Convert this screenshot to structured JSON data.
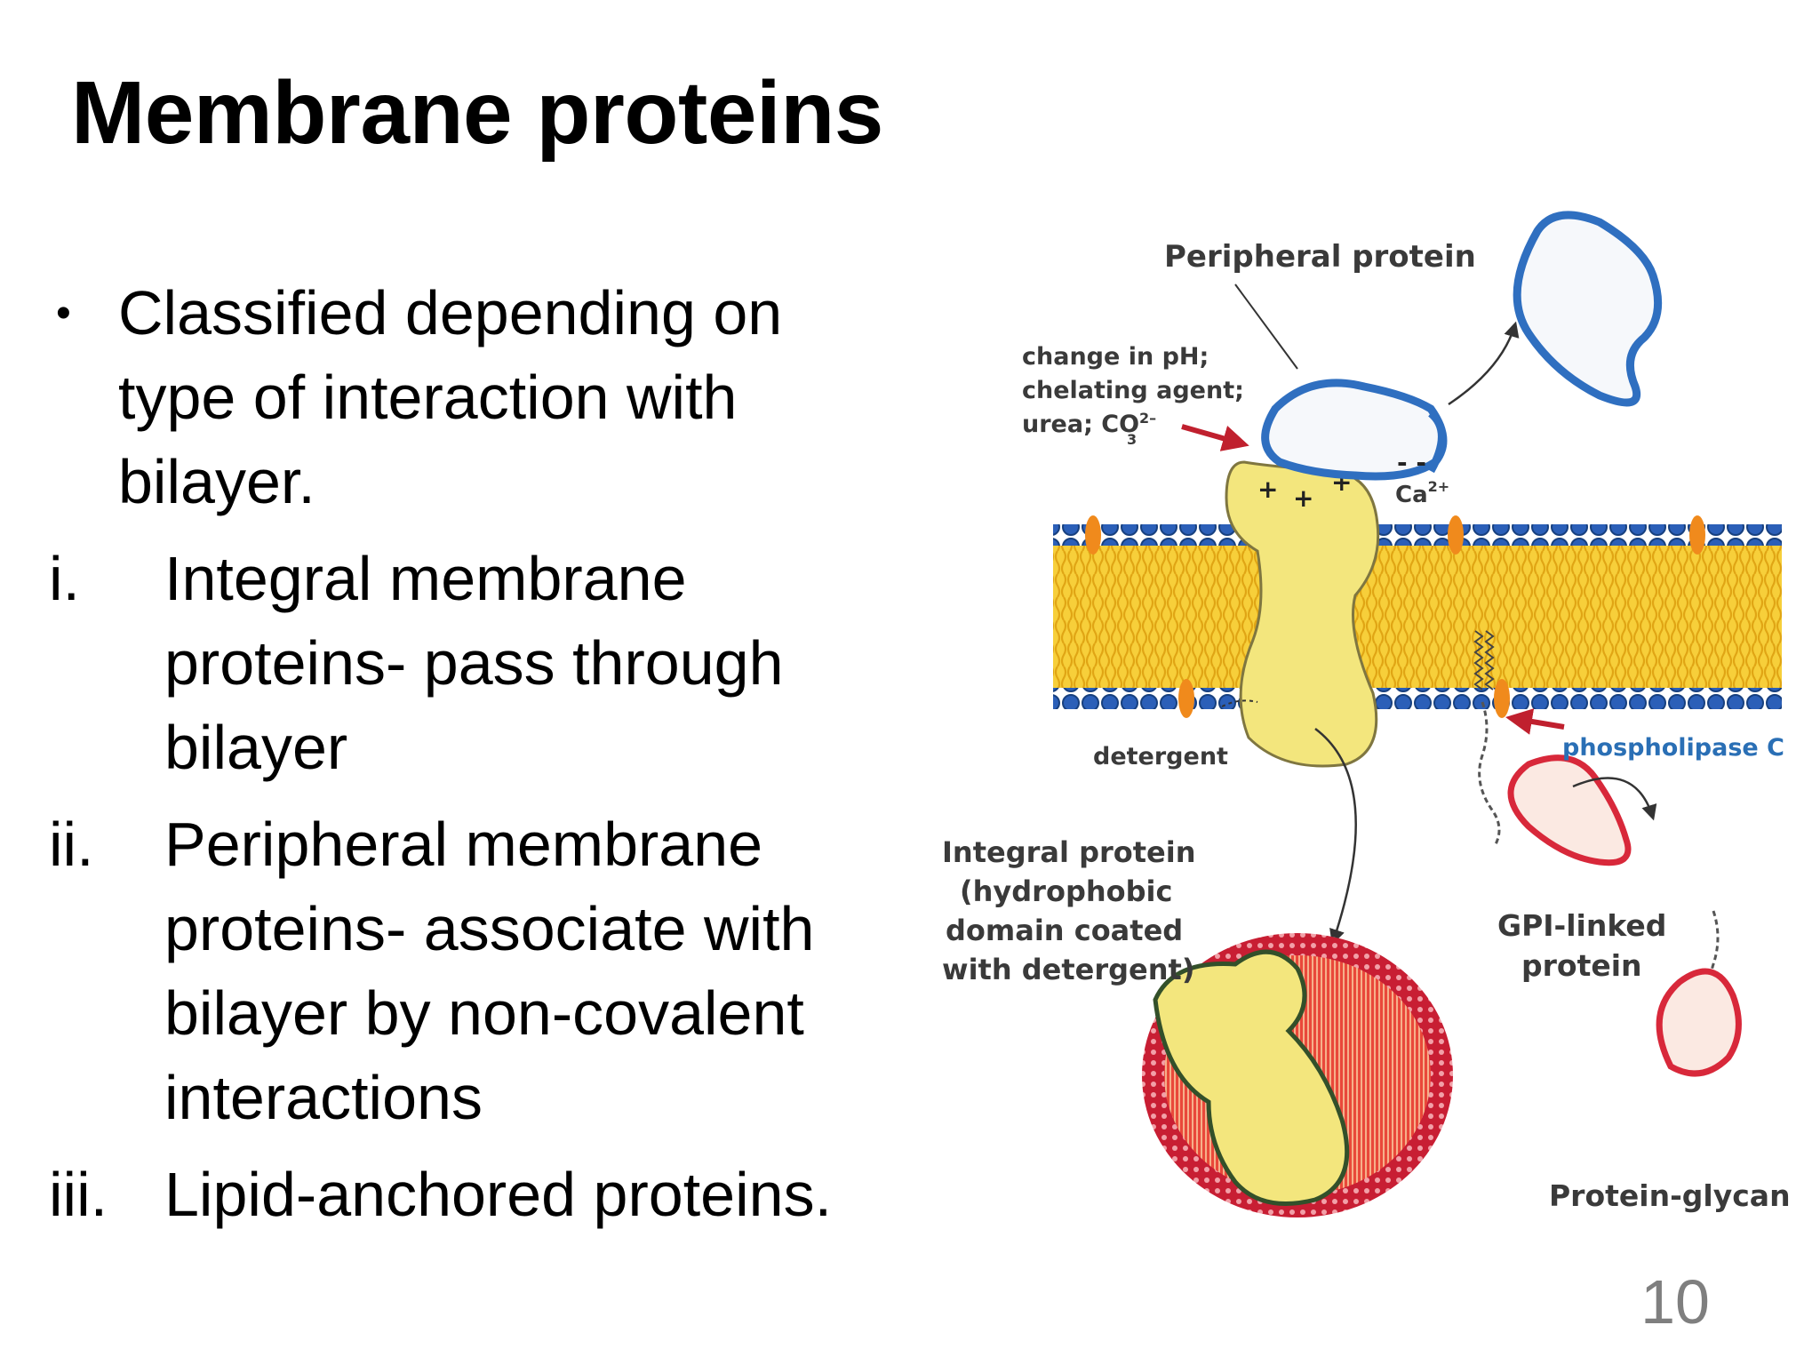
{
  "slide": {
    "title": "Membrane proteins",
    "page_number": "10"
  },
  "content": {
    "items": [
      {
        "marker": "•",
        "text": "Classified depending on type of interaction with bilayer."
      },
      {
        "marker": "i.",
        "text": "Integral membrane proteins- pass through bilayer"
      },
      {
        "marker": "ii.",
        "text": "Peripheral membrane proteins- associate with bilayer by non-covalent interactions"
      },
      {
        "marker": "iii.",
        "text": "Lipid-anchored proteins."
      }
    ]
  },
  "figure": {
    "labels": {
      "peripheral_protein": "Peripheral protein",
      "treatment_line1": "change in pH;",
      "treatment_line2": "chelating agent;",
      "treatment_line3": "urea; CO",
      "carbonate_sup": "2–",
      "carbonate_sub": "3",
      "calcium": "Ca",
      "calcium_charge": "2+",
      "detergent": "detergent",
      "phospholipase": "phospholipase C",
      "integral_line1": "Integral protein",
      "integral_line2": "(hydrophobic",
      "integral_line3": "domain coated",
      "integral_line4": "with detergent)",
      "gpi_line1": "GPI-linked",
      "gpi_line2": "protein",
      "protein_glycan": "Protein-glycan"
    },
    "colors": {
      "lipid_head": "#2b5fb8",
      "lipid_tail": "#f4c22c",
      "integral_protein": "#f3e67d",
      "peripheral_outline": "#2f6fc0",
      "micelle": "#d8283a",
      "arrow_red": "#c0202e",
      "phospholipase_text": "#2a6fb5"
    }
  }
}
